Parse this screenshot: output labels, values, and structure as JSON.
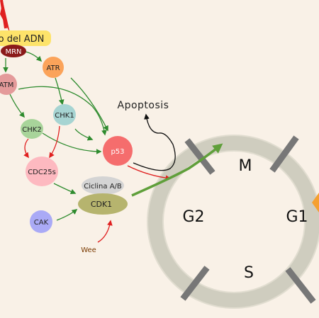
{
  "colors": {
    "background": "#f9f1e7",
    "ring": "#cfcdbf",
    "ring_inner": "#e1ddd0",
    "checkpoint": "#777777",
    "activation_arrow": "#2e8b2e",
    "inhibition_arrow": "#e02020",
    "path_arrow": "#5f9f3a"
  },
  "nodes": {
    "damage": {
      "label": "o del ADN",
      "color": "#fde36a"
    },
    "mrn": {
      "label": "MRN",
      "color": "#8b1a1a"
    },
    "atr": {
      "label": "ATR",
      "color": "#fba35a"
    },
    "atm": {
      "label": "ATM",
      "color": "#e49a9a"
    },
    "chk1": {
      "label": "CHK1",
      "color": "#a6d4d2"
    },
    "chk2": {
      "label": "CHK2",
      "color": "#a8d49a"
    },
    "p53": {
      "label": "p53",
      "color": "#f56d6d"
    },
    "cdc25s": {
      "label": "CDC25s",
      "color": "#fdb9c0"
    },
    "ciclina": {
      "label": "Ciclina A/B",
      "color": "#d4d4d4"
    },
    "cdk1": {
      "label": "CDK1",
      "color": "#b6b46e"
    },
    "cak": {
      "label": "CAK",
      "color": "#aaaaf6"
    },
    "wee": {
      "label": "Wee"
    },
    "apoptosis": {
      "label": "Apoptosis"
    }
  },
  "phases": {
    "m": "M",
    "g1": "G1",
    "g2": "G2",
    "s": "S"
  }
}
